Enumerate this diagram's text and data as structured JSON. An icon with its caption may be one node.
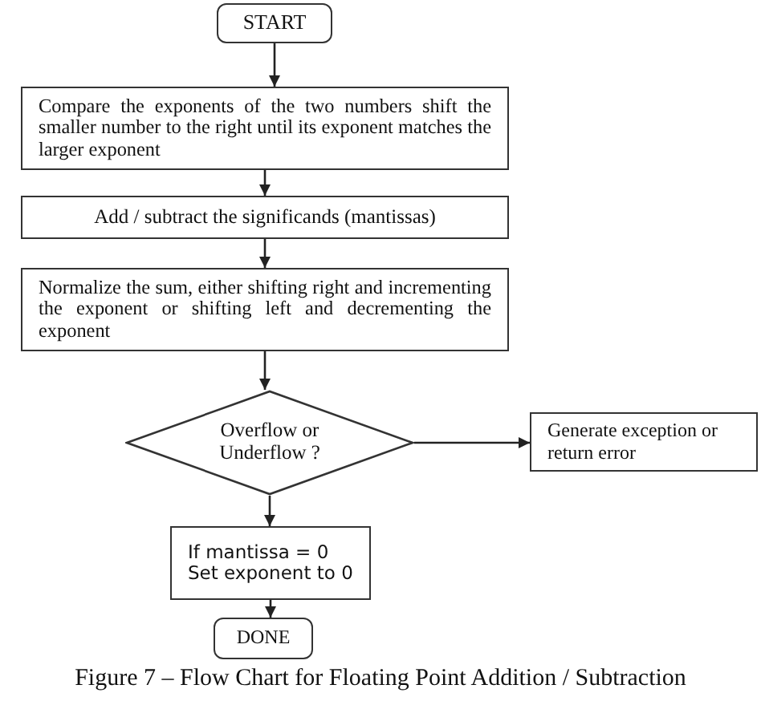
{
  "diagram": {
    "caption": "Figure 7 – Flow Chart for Floating Point Addition / Subtraction",
    "nodes": [
      {
        "text": [
          "START"
        ]
      },
      {
        "text": [
          "Compare the exponents of the two numbers shift the smaller number to the right until its exponent matches the larger exponent"
        ]
      },
      {
        "text": [
          "Add / subtract the significands (mantissas)"
        ]
      },
      {
        "text": [
          "Normalize the sum, either shifting right and incrementing the exponent or shifting left and decrementing the exponent"
        ]
      },
      {
        "text": [
          "Overflow or Underflow ?"
        ]
      },
      {
        "text": [
          "Generate exception or return error"
        ]
      },
      {
        "text": [
          "If mantissa = 0 Set exponent to 0"
        ]
      },
      {
        "text": [
          "DONE"
        ]
      }
    ],
    "edges": [
      {
        "from": 0,
        "to": 1,
        "arrow": "to"
      },
      {
        "from": 1,
        "to": 2,
        "arrow": "to"
      },
      {
        "from": 2,
        "to": 3,
        "arrow": "to"
      },
      {
        "from": 3,
        "to": 4,
        "arrow": "to"
      },
      {
        "from": 4,
        "to": 5,
        "arrow": "to"
      },
      {
        "from": 4,
        "to": 6,
        "arrow": "to"
      },
      {
        "from": 6,
        "to": 7,
        "arrow": "to"
      }
    ]
  }
}
